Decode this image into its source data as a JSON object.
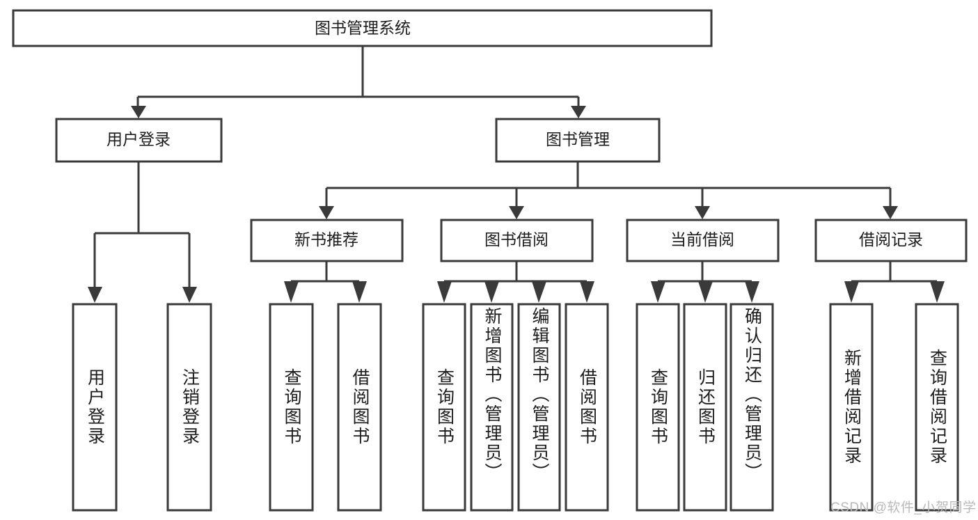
{
  "diagram": {
    "title": "图书管理系统",
    "type": "tree-hierarchy",
    "root": {
      "id": "root",
      "label": "图书管理系统"
    },
    "level2": [
      {
        "id": "user-login",
        "label": "用户登录"
      },
      {
        "id": "book-manage",
        "label": "图书管理"
      }
    ],
    "level3": [
      {
        "id": "new-book-rec",
        "label": "新书推荐",
        "parent": "book-manage"
      },
      {
        "id": "book-borrow",
        "label": "图书借阅",
        "parent": "book-manage"
      },
      {
        "id": "current-borrow",
        "label": "当前借阅",
        "parent": "book-manage"
      },
      {
        "id": "borrow-record",
        "label": "借阅记录",
        "parent": "book-manage"
      }
    ],
    "leaves": [
      {
        "id": "leaf-user-login",
        "label": "用户登录",
        "parent": "user-login"
      },
      {
        "id": "leaf-logout",
        "label": "注销登录",
        "parent": "user-login"
      },
      {
        "id": "leaf-query-book-1",
        "label": "查询图书",
        "parent": "new-book-rec"
      },
      {
        "id": "leaf-borrow-book-1",
        "label": "借阅图书",
        "parent": "new-book-rec"
      },
      {
        "id": "leaf-query-book-2",
        "label": "查询图书",
        "parent": "book-borrow"
      },
      {
        "id": "leaf-add-book",
        "label": "新增图书（管理员）",
        "parent": "book-borrow"
      },
      {
        "id": "leaf-edit-book",
        "label": "编辑图书（管理员）",
        "parent": "book-borrow"
      },
      {
        "id": "leaf-borrow-book-2",
        "label": "借阅图书",
        "parent": "book-borrow"
      },
      {
        "id": "leaf-query-book-3",
        "label": "查询图书",
        "parent": "current-borrow"
      },
      {
        "id": "leaf-return-book",
        "label": "归还图书",
        "parent": "current-borrow"
      },
      {
        "id": "leaf-confirm-return",
        "label": "确认归还（管理员）",
        "parent": "current-borrow"
      },
      {
        "id": "leaf-add-record",
        "label": "新增借阅记录",
        "parent": "borrow-record"
      },
      {
        "id": "leaf-query-record",
        "label": "查询借阅记录",
        "parent": "borrow-record"
      }
    ]
  },
  "watermark": {
    "text": "CSDN @软件_小贺同学"
  },
  "colors": {
    "stroke": "#3a3a3a",
    "fill": "#ffffff",
    "text": "#1c1c1c",
    "watermark": "#b9b9b9"
  }
}
